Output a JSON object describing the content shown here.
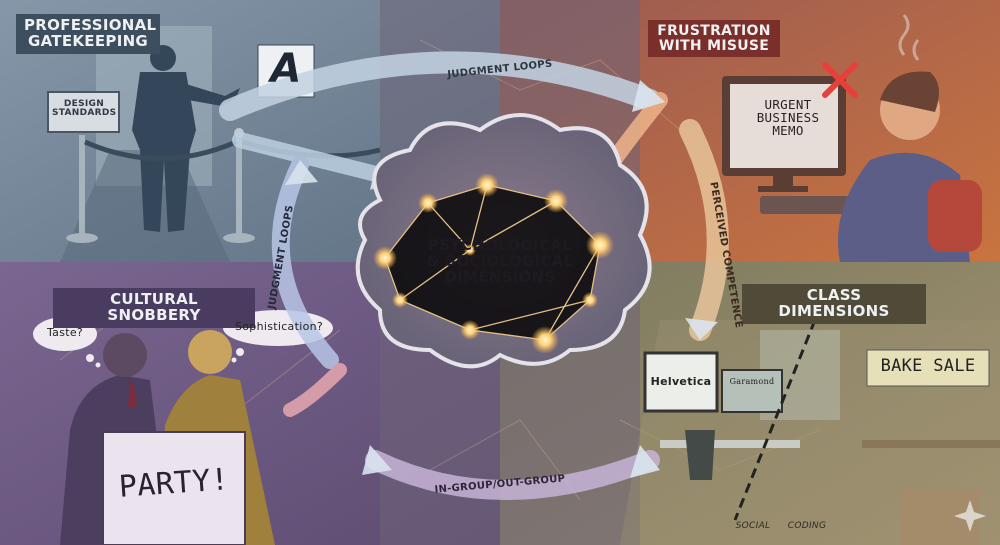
{
  "center": {
    "title": "PSYCHOLOGICAL & SOCIOLOGICAL DIMENSIONS"
  },
  "quadrants": {
    "top_left": {
      "title": "PROFESSIONAL GATEKEEPING",
      "sign": "DESIGN STANDARDS",
      "glyph": "A"
    },
    "top_right": {
      "title": "FRUSTRATION WITH MISUSE",
      "screen": "URGENT BUSINESS MEMO"
    },
    "bottom_left": {
      "title": "CULTURAL SNOBBERY",
      "thought_1": "Taste?",
      "thought_2": "Sophistication?",
      "sign": "PARTY!"
    },
    "bottom_right": {
      "title": "CLASS DIMENSIONS",
      "monitor_1": "Helvetica",
      "monitor_2": "Garamond",
      "banner": "BAKE SALE",
      "divider_left": "SOCIAL",
      "divider_right": "CODING"
    }
  },
  "arrows": {
    "top": "JUDGMENT LOOPS",
    "left": "JUDGMENT LOOPS",
    "right": "PERCEIVED COMPETENCE",
    "bottom": "IN-GROUP/OUT-GROUP"
  },
  "colors": {
    "top_left": "#73879a",
    "top_right": "#b8613f",
    "bottom_left": "#6e5a82",
    "bottom_right": "#857e60",
    "glow": "#ffd68a"
  }
}
